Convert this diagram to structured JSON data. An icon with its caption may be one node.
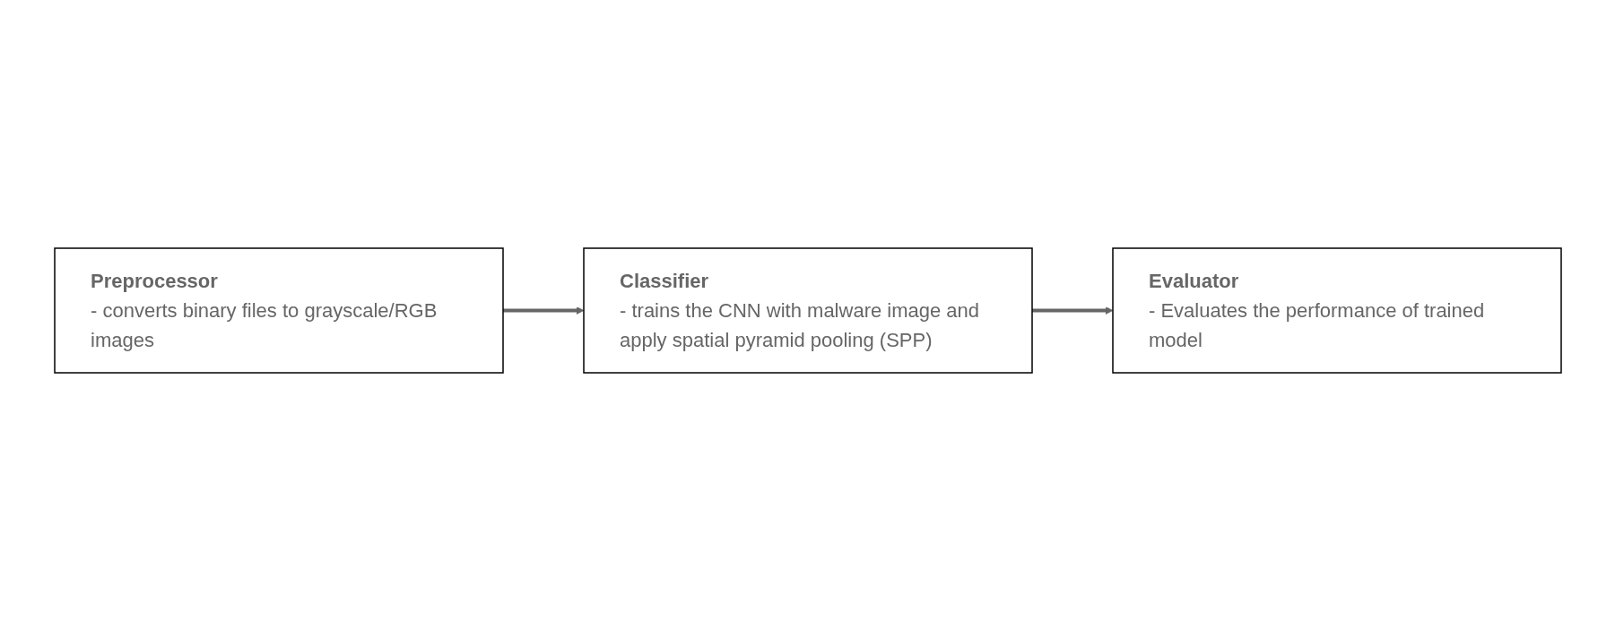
{
  "diagram": {
    "nodes": [
      {
        "text": [
          "Preprocessor",
          "- converts binary files to grayscale/RGB images"
        ]
      },
      {
        "text": [
          "Classifier",
          "- trains the CNN with malware image and apply spatial pyramid pooling (SPP)"
        ]
      },
      {
        "text": [
          "Evaluator",
          "- Evaluates the performance of trained model"
        ]
      }
    ],
    "edges": [
      {
        "from": 0,
        "to": 1,
        "arrow": "to"
      },
      {
        "from": 1,
        "to": 2,
        "arrow": "to"
      }
    ]
  }
}
